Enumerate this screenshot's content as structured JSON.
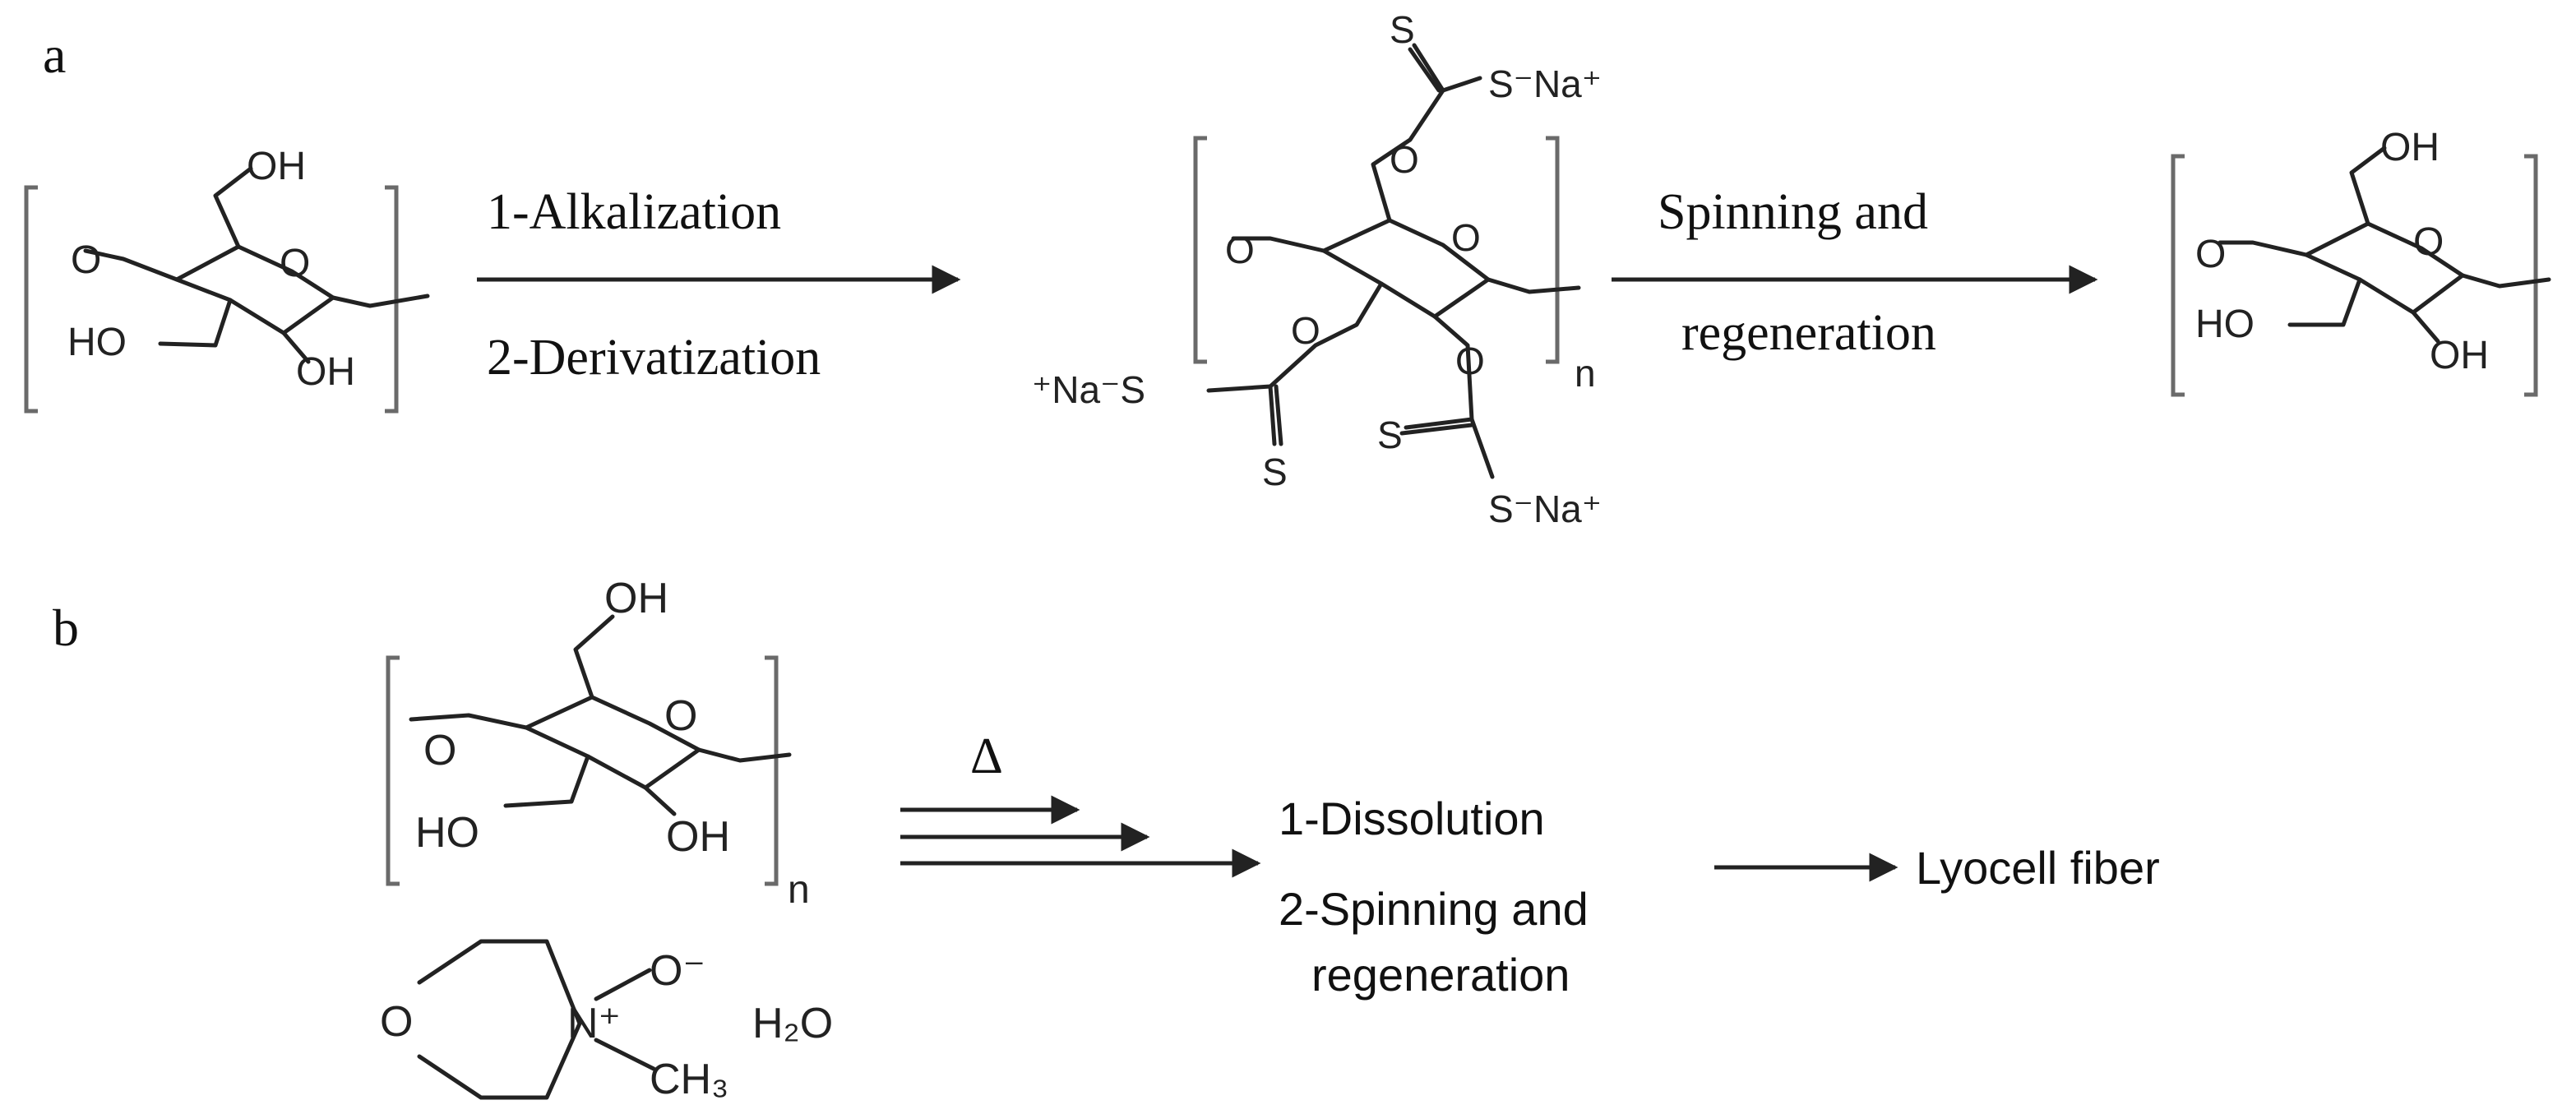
{
  "panel_a": {
    "label": "a",
    "arrow1_step1": "1-Alkalization",
    "arrow1_step2": "2-Derivatization",
    "arrow2_line1": "Spinning and",
    "arrow2_line2": "regeneration",
    "repeat_unit": "n"
  },
  "panel_b": {
    "label": "b",
    "heat_symbol": "Δ",
    "step1": "1-Dissolution",
    "step2_line1": "2-Spinning and",
    "step2_line2": "regeneration",
    "product": "Lyocell fiber",
    "repeat_unit": "n",
    "water": "H₂O"
  },
  "atoms": {
    "oxygen": "O",
    "hydroxyl": "OH",
    "hydroxyl_left": "HO",
    "sulfur": "S",
    "xanthate_sodium_right": "S⁻Na⁺",
    "xanthate_sodium_left": "⁺Na⁻S",
    "nitrogen_cation": "N⁺",
    "oxide_anion": "O⁻",
    "methyl": "CH₃"
  }
}
